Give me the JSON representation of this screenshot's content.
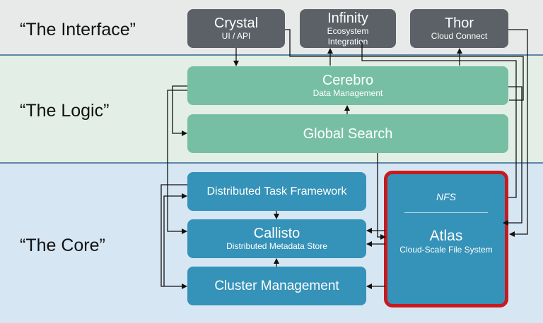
{
  "layers": {
    "interface": "“The Interface”",
    "logic": "“The Logic”",
    "core": "“The Core”"
  },
  "components": {
    "crystal": {
      "title": "Crystal",
      "subtitle": "UI / API"
    },
    "infinity": {
      "title": "Infinity",
      "subtitle_line1": "Ecosystem",
      "subtitle_line2": "Integration"
    },
    "thor": {
      "title": "Thor",
      "subtitle": "Cloud Connect"
    },
    "cerebro": {
      "title": "Cerebro",
      "subtitle": "Data Management"
    },
    "global_search": {
      "title": "Global Search"
    },
    "distributed_task_framework": {
      "title": "Distributed Task Framework"
    },
    "callisto": {
      "title": "Callisto",
      "subtitle": "Distributed Metadata Store"
    },
    "cluster_management": {
      "title": "Cluster Management"
    },
    "atlas": {
      "protocol": "NFS",
      "title": "Atlas",
      "subtitle": "Cloud-Scale File System"
    }
  },
  "colors": {
    "interface_box": "#5b6166",
    "logic_box": "#76bfa4",
    "core_box": "#3592b8",
    "atlas_border": "#c71a1f"
  }
}
